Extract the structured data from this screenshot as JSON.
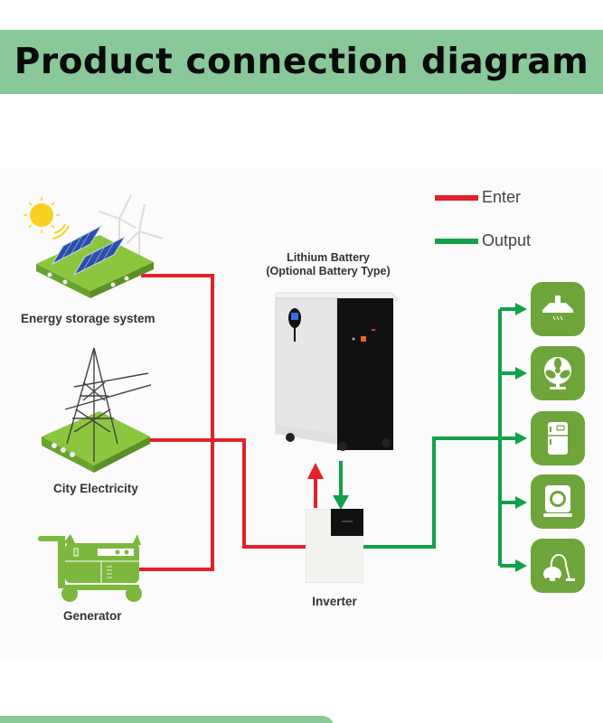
{
  "title": "Product connection diagram",
  "colors": {
    "banner": "#89c898",
    "enter": "#e3202b",
    "output": "#13a04a",
    "appliance_tile": "#6ea53a",
    "source_green": "#7cb83e"
  },
  "legend": [
    {
      "label": "Enter",
      "color": "#e3202b",
      "meaning": "input"
    },
    {
      "label": "Output",
      "color": "#13a04a",
      "meaning": "output"
    }
  ],
  "sources": [
    {
      "label": "Energy storage system",
      "icon": "solar-wind-icon"
    },
    {
      "label": "City  Electricity",
      "icon": "power-tower-icon"
    },
    {
      "label": "Generator",
      "icon": "generator-icon"
    }
  ],
  "battery": {
    "title_line1": "Lithium Battery",
    "title_line2": "(Optional Battery Type)"
  },
  "inverter": {
    "label": "Inverter"
  },
  "appliances": [
    {
      "name": "range-hood",
      "icon": "range-hood-icon"
    },
    {
      "name": "fan",
      "icon": "fan-icon"
    },
    {
      "name": "refrigerator",
      "icon": "refrigerator-icon"
    },
    {
      "name": "washing-machine",
      "icon": "washing-machine-icon"
    },
    {
      "name": "vacuum-cleaner",
      "icon": "vacuum-cleaner-icon"
    }
  ]
}
